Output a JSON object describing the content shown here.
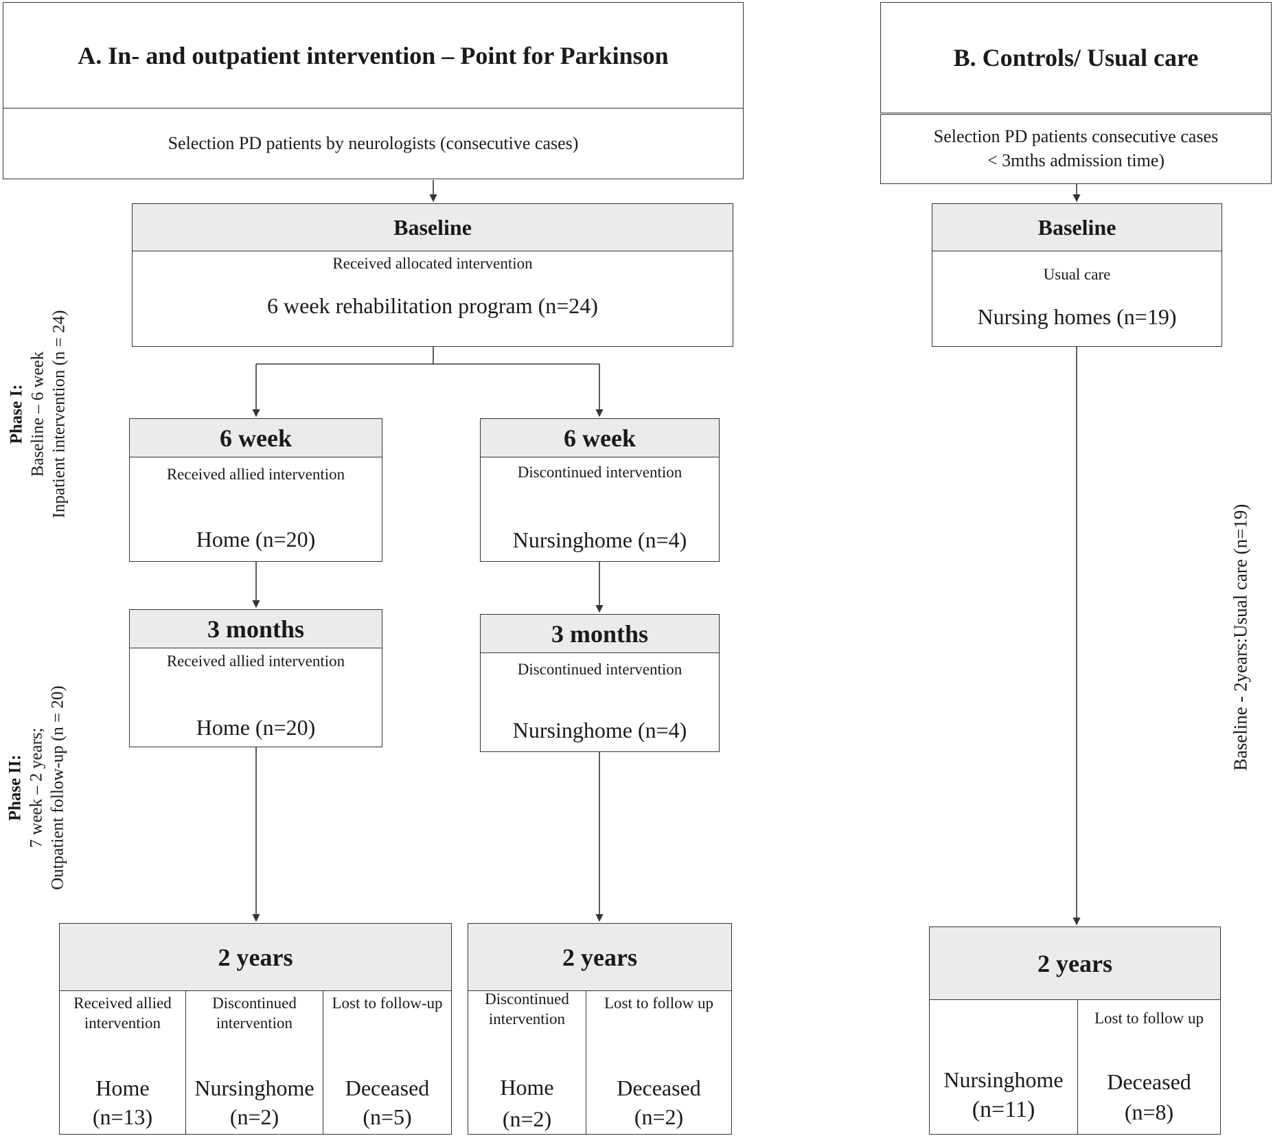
{
  "panel_a": {
    "title": "A.   In- and outpatient intervention – Point for Parkinson",
    "selection": "Selection PD patients by neurologists (consecutive cases)",
    "baseline": {
      "header": "Baseline",
      "subtitle": "Received allocated intervention",
      "main": "6 week rehabilitation program (n=24)"
    },
    "week6_left": {
      "header": "6 week",
      "subtitle": "Received allied intervention",
      "main": "Home (n=20)"
    },
    "week6_right": {
      "header": "6 week",
      "subtitle": "Discontinued intervention",
      "main": "Nursinghome (n=4)"
    },
    "months3_left": {
      "header": "3 months",
      "subtitle": "Received allied intervention",
      "main": "Home (n=20)"
    },
    "months3_right": {
      "header": "3 months",
      "subtitle": "Discontinued intervention",
      "main": "Nursinghome (n=4)"
    },
    "years2_left": {
      "header": "2 years",
      "columns": [
        {
          "label_1": "Received allied",
          "label_2": "intervention",
          "value_1": "Home",
          "value_2": "(n=13)"
        },
        {
          "label_1": "Discontinued",
          "label_2": "intervention",
          "value_1": "Nursinghome",
          "value_2": "(n=2)"
        },
        {
          "label_1": "Lost to follow-up",
          "label_2": "",
          "value_1": "Deceased",
          "value_2": "(n=5)"
        }
      ]
    },
    "years2_right": {
      "header": "2 years",
      "columns": [
        {
          "label_1": "Discontinued",
          "label_2": "intervention",
          "value_1": "Home",
          "value_2": "(n=2)"
        },
        {
          "label_1": "Lost to follow up",
          "label_2": "",
          "value_1": "Deceased",
          "value_2": "(n=2)"
        }
      ]
    },
    "phase1": {
      "title": "Phase I:",
      "line_2": "Baseline – 6 week",
      "line_3": "Inpatient intervention (n = 24)"
    },
    "phase2": {
      "title": "Phase II:",
      "line_2": "7 week – 2 years;",
      "line_3": "Outpatient follow-up (n = 20)"
    }
  },
  "panel_b": {
    "title": "B.   Controls/ Usual care",
    "selection_1": "Selection PD patients consecutive cases",
    "selection_2": "< 3mths admission time)",
    "baseline": {
      "header": "Baseline",
      "subtitle": "Usual care",
      "main": "Nursing homes  (n=19)"
    },
    "years2": {
      "header": "2 years",
      "columns": [
        {
          "label_1": "",
          "label_2": "",
          "value_1": "Nursinghome",
          "value_2": "(n=11)"
        },
        {
          "label_1": "Lost to follow up",
          "label_2": "",
          "value_1": "Deceased",
          "value_2": "(n=8)"
        }
      ]
    },
    "side_label": "Baseline - 2years:Usual care (n=19)"
  },
  "colors": {
    "header_fill": "#ebebeb",
    "line": "#333333"
  }
}
